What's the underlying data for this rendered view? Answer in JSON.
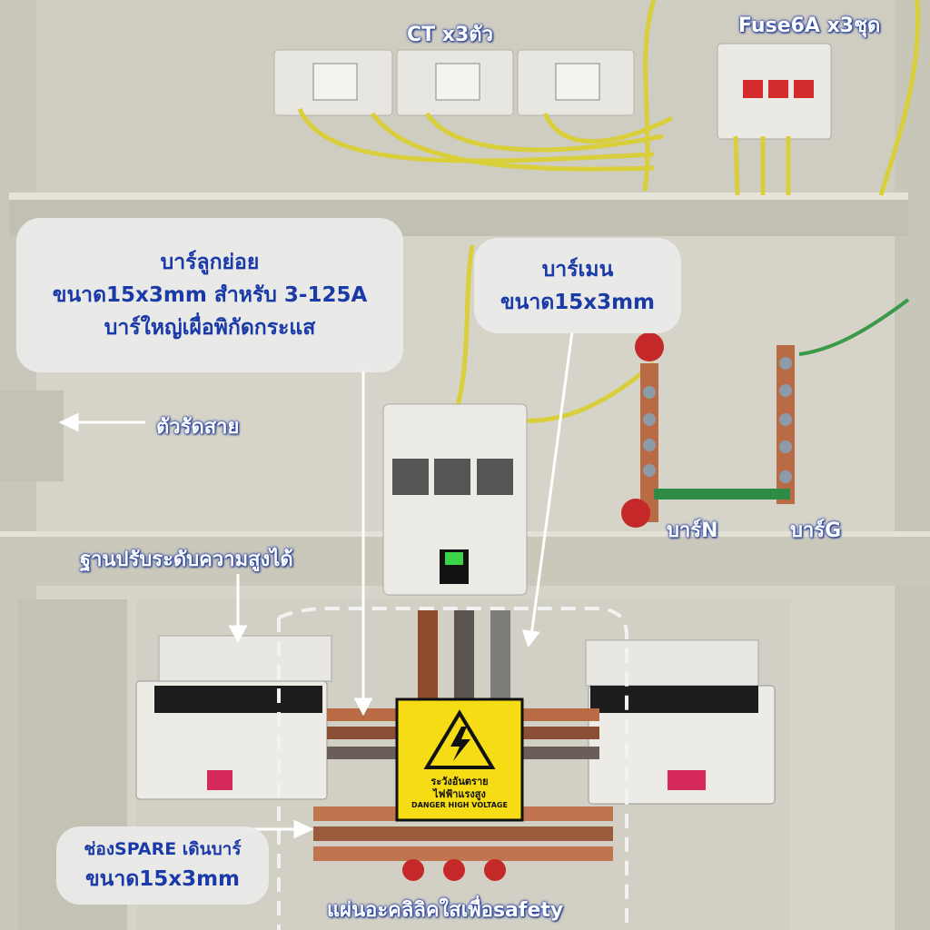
{
  "labels": {
    "ct": "CT x3ตัว",
    "fuse": "Fuse6A x3ชุด",
    "sub_bar": [
      "บาร์ลูกย่อย",
      "ขนาด15x3mm สำหรับ 3-125A",
      "บาร์ใหญ่เผื่อพิกัดกระแส"
    ],
    "main_bar": [
      "บาร์เมน",
      "ขนาด15x3mm"
    ],
    "cable_tie": "ตัวรัดสาย",
    "height_base": "ฐานปรับระดับความสูงได้",
    "bar_n": "บาร์N",
    "bar_g": "บาร์G",
    "spare": [
      "ช่องSPARE เดินบาร์",
      "ขนาด15x3mm"
    ],
    "acrylic": "แผ่นอะคลิลิคใสเพื่อsafety"
  },
  "warning_sign": {
    "line1": "ระวังอันตราย",
    "line2": "ไฟฟ้าแรงสูง",
    "line3": "DANGER HIGH VOLTAGE"
  },
  "colors": {
    "label_blue": "#1a3aa8",
    "panel": "#d9d6cc",
    "copper": "#b86b45",
    "sign_yellow": "#f5dc14"
  }
}
